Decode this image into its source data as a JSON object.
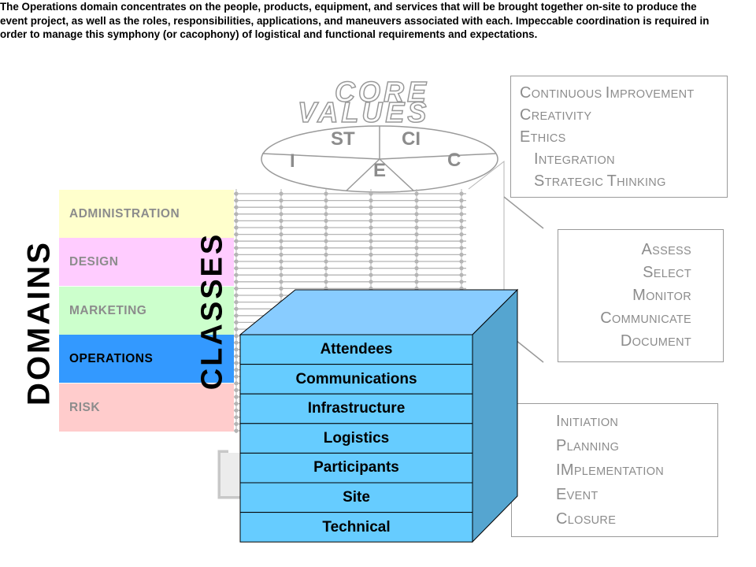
{
  "intro_text": "The Operations domain concentrates on the people, products, equipment, and services that will be brought together on-site to produce the event project, as well as the roles, responsibilities, applications, and maneuvers associated with each. Impeccable coordination is required in order to manage this symphony (or cacophony) of logistical and functional requirements and expectations.",
  "core_values": {
    "title_line1": "CORE",
    "title_line2": "VALUES",
    "segments": {
      "st": "ST",
      "ci": "CI",
      "i": "I",
      "e": "E",
      "c": "C"
    },
    "items": [
      {
        "first": "C",
        "rest": "ONTINUOUS ",
        "first2": "I",
        "rest2": "MPROVEMENT"
      },
      {
        "first": "C",
        "rest": "REATIVITY",
        "first2": "",
        "rest2": ""
      },
      {
        "first": "E",
        "rest": "THICS",
        "first2": "",
        "rest2": ""
      },
      {
        "first": "I",
        "rest": "NTEGRATION",
        "first2": "",
        "rest2": ""
      },
      {
        "first": "S",
        "rest": "TRATEGIC ",
        "first2": "T",
        "rest2": "HINKING"
      }
    ]
  },
  "process_items": [
    {
      "first": "A",
      "rest": "SSESS"
    },
    {
      "first": "S",
      "rest": "ELECT"
    },
    {
      "first": "M",
      "rest": "ONITOR"
    },
    {
      "first": "C",
      "rest": "OMMUNICATE"
    },
    {
      "first": "D",
      "rest": "OCUMENT"
    }
  ],
  "phase_items": [
    {
      "first": "I",
      "rest": "NITIATION"
    },
    {
      "first": "P",
      "rest": "LANNING"
    },
    {
      "first": "IM",
      "rest": "PLEMENTATION"
    },
    {
      "first": "E",
      "rest": "VENT"
    },
    {
      "first": "C",
      "rest": "LOSURE"
    }
  ],
  "domains_title": "DOMAINS",
  "classes_title": "CLASSES",
  "domains": [
    {
      "label": "ADMINISTRATION",
      "bg": "#ffffcc",
      "fg": "#8c8c8c"
    },
    {
      "label": "DESIGN",
      "bg": "#ffccff",
      "fg": "#8c8c8c"
    },
    {
      "label": "MARKETING",
      "bg": "#ccffcc",
      "fg": "#8c8c8c"
    },
    {
      "label": "OPERATIONS",
      "bg": "#3399ff",
      "fg": "#000000"
    },
    {
      "label": "RISK",
      "bg": "#ffcccc",
      "fg": "#8c8c8c"
    }
  ],
  "classes": [
    "Attendees",
    "Communications",
    "Infrastructure",
    "Logistics",
    "Participants",
    "Site",
    "Technical"
  ],
  "colors": {
    "cube_front": "#66ccff",
    "cube_top": "#88ccff",
    "cube_side": "#55a5d0",
    "grid_line": "#b5b5b5",
    "panel_text": "#8c8c8c"
  }
}
